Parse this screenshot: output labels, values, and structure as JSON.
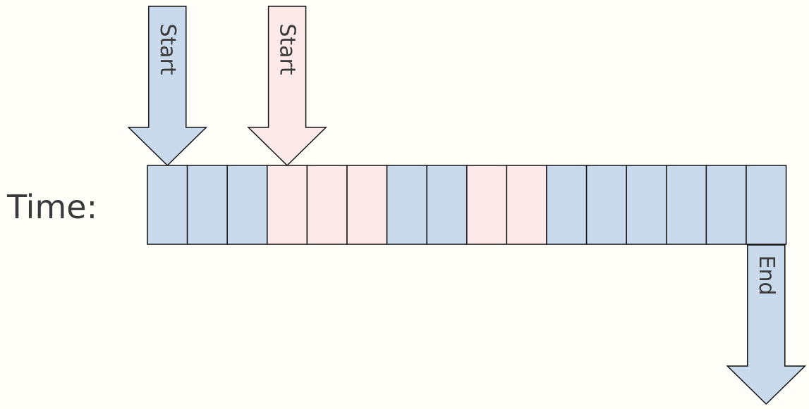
{
  "labels": {
    "time": "Time:"
  },
  "colors": {
    "background": "#fffef9",
    "blue": "#c9daec",
    "pink": "#fde9ea",
    "stroke": "#111111",
    "text": "#3a3a3a"
  },
  "timeline": {
    "cells": [
      "blue",
      "blue",
      "blue",
      "pink",
      "pink",
      "pink",
      "blue",
      "blue",
      "pink",
      "pink",
      "blue",
      "blue",
      "blue",
      "blue",
      "blue",
      "blue"
    ]
  },
  "arrows": [
    {
      "label": "Start",
      "color": "blue",
      "direction": "down",
      "cell_index": 0,
      "side": "above"
    },
    {
      "label": "Start",
      "color": "pink",
      "direction": "down",
      "cell_index": 3,
      "side": "above"
    },
    {
      "label": "End",
      "color": "blue",
      "direction": "down",
      "cell_index": 15,
      "side": "below"
    }
  ]
}
